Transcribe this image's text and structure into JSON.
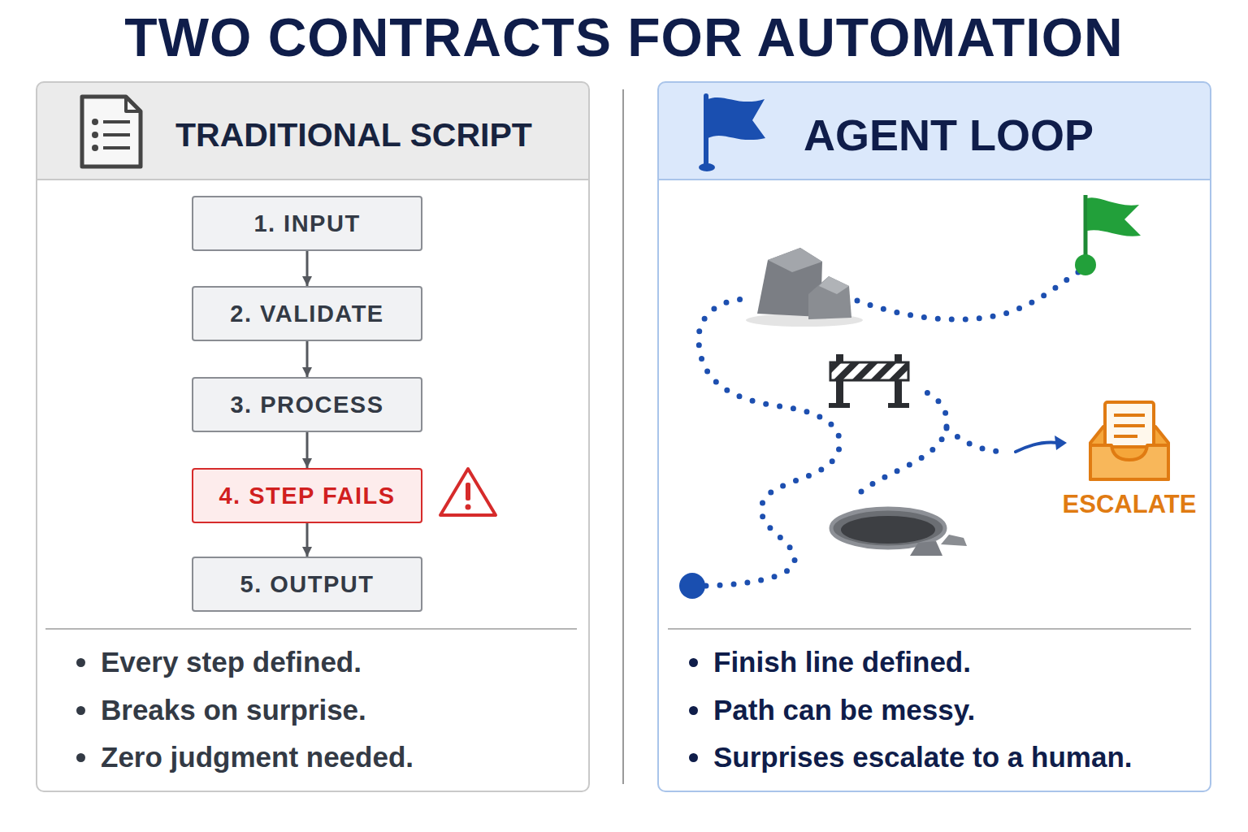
{
  "diagram": {
    "title": "TWO CONTRACTS FOR AUTOMATION",
    "nodes": [
      {
        "text": [
          "TRADITIONAL SCRIPT",
          "Every step defined.",
          "Breaks on surprise.",
          "Zero judgment needed."
        ]
      },
      {
        "text": [
          "1. INPUT"
        ],
        "in": 0
      },
      {
        "text": [
          "2. VALIDATE"
        ],
        "in": 0
      },
      {
        "text": [
          "3. PROCESS"
        ],
        "in": 0
      },
      {
        "text": [
          "4. STEP FAILS"
        ],
        "in": 0
      },
      {
        "text": [
          "5. OUTPUT"
        ],
        "in": 0
      },
      {
        "text": [
          "AGENT LOOP",
          "Finish line defined.",
          "Path can be messy.",
          "Surprises escalate to a human."
        ]
      },
      {
        "text": [
          "ESCALATE"
        ],
        "in": 6
      }
    ],
    "edges": [
      {
        "from": 1,
        "to": 2,
        "arrow": "to"
      },
      {
        "from": 2,
        "to": 3,
        "arrow": "to"
      },
      {
        "from": 3,
        "to": 4,
        "arrow": "to"
      },
      {
        "from": 4,
        "to": 5,
        "arrow": "to"
      }
    ]
  }
}
